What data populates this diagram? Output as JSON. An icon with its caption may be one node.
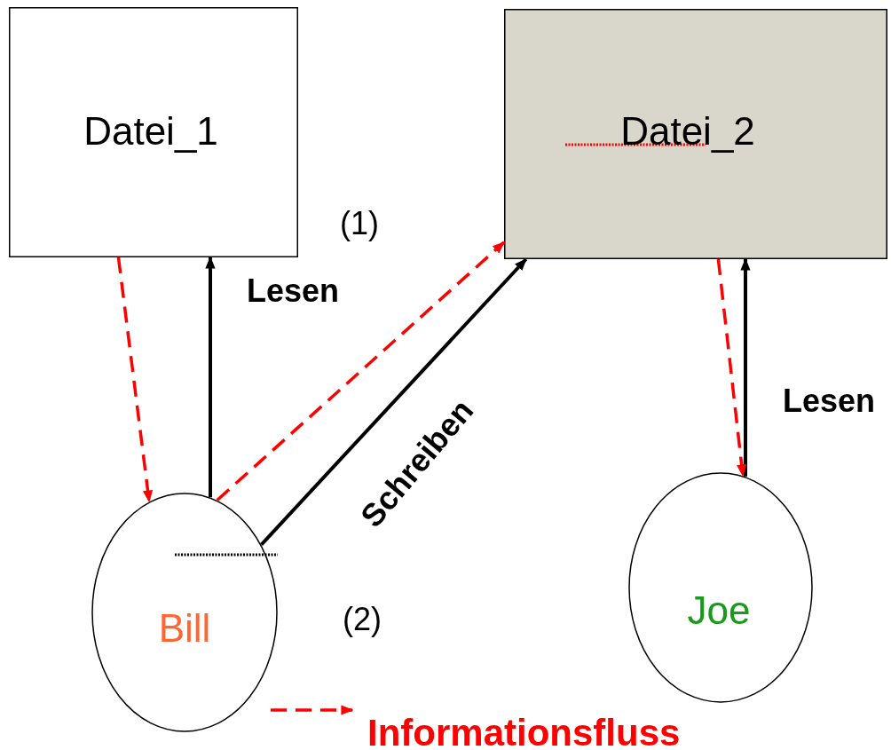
{
  "diagram": {
    "nodes": [
      {
        "text": [
          "Datei_1"
        ]
      },
      {
        "text": [
          "Datei_2"
        ]
      },
      {
        "text": [
          "Bill"
        ]
      },
      {
        "text": [
          "Joe"
        ]
      }
    ],
    "edges": [
      {
        "from": 2,
        "to": 0,
        "arrow": "to",
        "label": "Lesen"
      },
      {
        "from": 2,
        "to": 1,
        "arrow": "to",
        "label": "Schreiben"
      },
      {
        "from": 3,
        "to": 1,
        "arrow": "to",
        "label": "Lesen"
      },
      {
        "from": 0,
        "to": 2,
        "arrow": "to",
        "style": "dashed",
        "color": "#ff0000"
      },
      {
        "from": 2,
        "to": 1,
        "arrow": "to",
        "style": "dashed",
        "color": "#ff0000"
      },
      {
        "from": 1,
        "to": 3,
        "arrow": "to",
        "style": "dashed",
        "color": "#ff0000"
      }
    ],
    "labels": [
      "(1)",
      "(2)"
    ],
    "legend": [
      {
        "text": "Informationsfluss"
      }
    ]
  }
}
